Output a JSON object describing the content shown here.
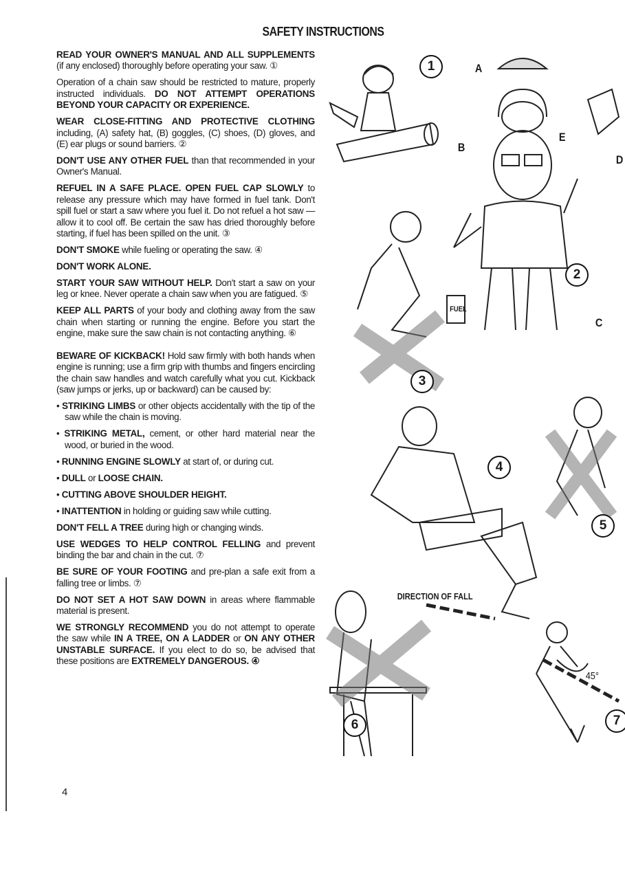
{
  "title": "SAFETY INSTRUCTIONS",
  "page_number": "4",
  "paragraphs": [
    {
      "runs": [
        {
          "b": true,
          "t": "READ YOUR OWNER'S MANUAL AND ALL SUPPLEMENTS"
        },
        {
          "b": false,
          "t": " (if any enclosed) thoroughly before operating your saw. ①"
        }
      ]
    },
    {
      "runs": [
        {
          "b": false,
          "t": "Operation of a chain saw should be restricted to mature, properly instructed individuals. "
        },
        {
          "b": true,
          "t": "DO NOT ATTEMPT OPERATIONS BEYOND YOUR CAPACITY OR EXPERIENCE."
        }
      ]
    },
    {
      "runs": [
        {
          "b": true,
          "t": "WEAR CLOSE-FITTING AND PROTECTIVE CLOTHING"
        },
        {
          "b": false,
          "t": " including, (A) safety hat, (B) goggles, (C) shoes, (D) gloves, and (E) ear plugs or sound barriers. ②"
        }
      ]
    },
    {
      "runs": [
        {
          "b": true,
          "t": "DON'T USE ANY OTHER FUEL"
        },
        {
          "b": false,
          "t": " than that recommended in your Owner's Manual."
        }
      ]
    },
    {
      "runs": [
        {
          "b": true,
          "t": "REFUEL IN A SAFE PLACE. OPEN FUEL CAP SLOWLY"
        },
        {
          "b": false,
          "t": " to release any pressure which may have formed in fuel tank. Don't spill fuel or start a saw where you fuel it. Do not refuel a hot saw — allow it to cool off. Be certain the saw has dried thoroughly before starting, if fuel has been spilled on the unit. ③"
        }
      ]
    },
    {
      "runs": [
        {
          "b": true,
          "t": "DON'T SMOKE"
        },
        {
          "b": false,
          "t": " while fueling or operating the saw. ④"
        }
      ]
    },
    {
      "runs": [
        {
          "b": true,
          "t": "DON'T WORK ALONE."
        }
      ]
    },
    {
      "runs": [
        {
          "b": true,
          "t": "START YOUR SAW WITHOUT HELP."
        },
        {
          "b": false,
          "t": " Don't start a saw on your leg or knee. Never operate a chain saw when you are fatigued. ⑤"
        }
      ]
    },
    {
      "runs": [
        {
          "b": true,
          "t": "KEEP ALL PARTS"
        },
        {
          "b": false,
          "t": " of your body and clothing away from the saw chain when starting or running the engine. Before you start the engine, make sure the saw chain is not contacting anything. ⑥"
        }
      ],
      "gap": true
    },
    {
      "runs": [
        {
          "b": true,
          "t": "BEWARE OF KICKBACK!"
        },
        {
          "b": false,
          "t": " Hold saw firmly with both hands when engine is running; use a firm grip with thumbs and fingers encircling the chain saw handles and watch carefully what you cut. Kickback (saw jumps or jerks, up or backward) can be caused by:"
        }
      ]
    },
    {
      "bullet": true,
      "runs": [
        {
          "b": true,
          "t": "STRIKING LIMBS"
        },
        {
          "b": false,
          "t": " or other objects accidentally with the tip of the saw while the chain is moving."
        }
      ]
    },
    {
      "bullet": true,
      "runs": [
        {
          "b": true,
          "t": "STRIKING METAL,"
        },
        {
          "b": false,
          "t": " cement, or other hard material near the wood, or buried in the wood."
        }
      ]
    },
    {
      "bullet": true,
      "runs": [
        {
          "b": true,
          "t": "RUNNING ENGINE SLOWLY"
        },
        {
          "b": false,
          "t": " at start of, or during cut."
        }
      ]
    },
    {
      "bullet": true,
      "runs": [
        {
          "b": true,
          "t": "DULL"
        },
        {
          "b": false,
          "t": " or "
        },
        {
          "b": true,
          "t": "LOOSE CHAIN."
        }
      ]
    },
    {
      "bullet": true,
      "runs": [
        {
          "b": true,
          "t": "CUTTING ABOVE SHOULDER HEIGHT."
        }
      ]
    },
    {
      "bullet": true,
      "runs": [
        {
          "b": true,
          "t": "INATTENTION"
        },
        {
          "b": false,
          "t": " in holding or guiding saw while cutting."
        }
      ]
    },
    {
      "runs": [
        {
          "b": true,
          "t": "DON'T FELL A TREE"
        },
        {
          "b": false,
          "t": " during high or changing winds."
        }
      ]
    },
    {
      "runs": [
        {
          "b": true,
          "t": "USE WEDGES TO HELP CONTROL FELLING"
        },
        {
          "b": false,
          "t": " and prevent binding the bar and chain in the cut. ⑦"
        }
      ]
    },
    {
      "runs": [
        {
          "b": true,
          "t": "BE SURE OF YOUR FOOTING"
        },
        {
          "b": false,
          "t": " and pre-plan a safe exit from a falling tree or limbs. ⑦"
        }
      ]
    },
    {
      "runs": [
        {
          "b": true,
          "t": "DO NOT SET A HOT SAW DOWN"
        },
        {
          "b": false,
          "t": " in areas where flammable material is present."
        }
      ]
    },
    {
      "runs": [
        {
          "b": true,
          "t": "WE STRONGLY RECOMMEND"
        },
        {
          "b": false,
          "t": " you do not attempt to operate the saw while "
        },
        {
          "b": true,
          "t": "IN A TREE, ON A LADDER"
        },
        {
          "b": false,
          "t": " or "
        },
        {
          "b": true,
          "t": "ON ANY OTHER UNSTABLE SURFACE."
        },
        {
          "b": false,
          "t": " If you elect to do so, be advised that these positions are "
        },
        {
          "b": true,
          "t": "EXTREMELY DANGEROUS. ④"
        }
      ]
    }
  ],
  "illustrations": {
    "figure_numbers": [
      "1",
      "2",
      "3",
      "4",
      "5",
      "6",
      "7"
    ],
    "labels": {
      "a": "A",
      "b": "B",
      "c": "C",
      "d": "D",
      "e": "E"
    },
    "fuel_can": "FUEL",
    "direction_of_fall": "DIRECTION OF FALL",
    "angle": "45°"
  }
}
